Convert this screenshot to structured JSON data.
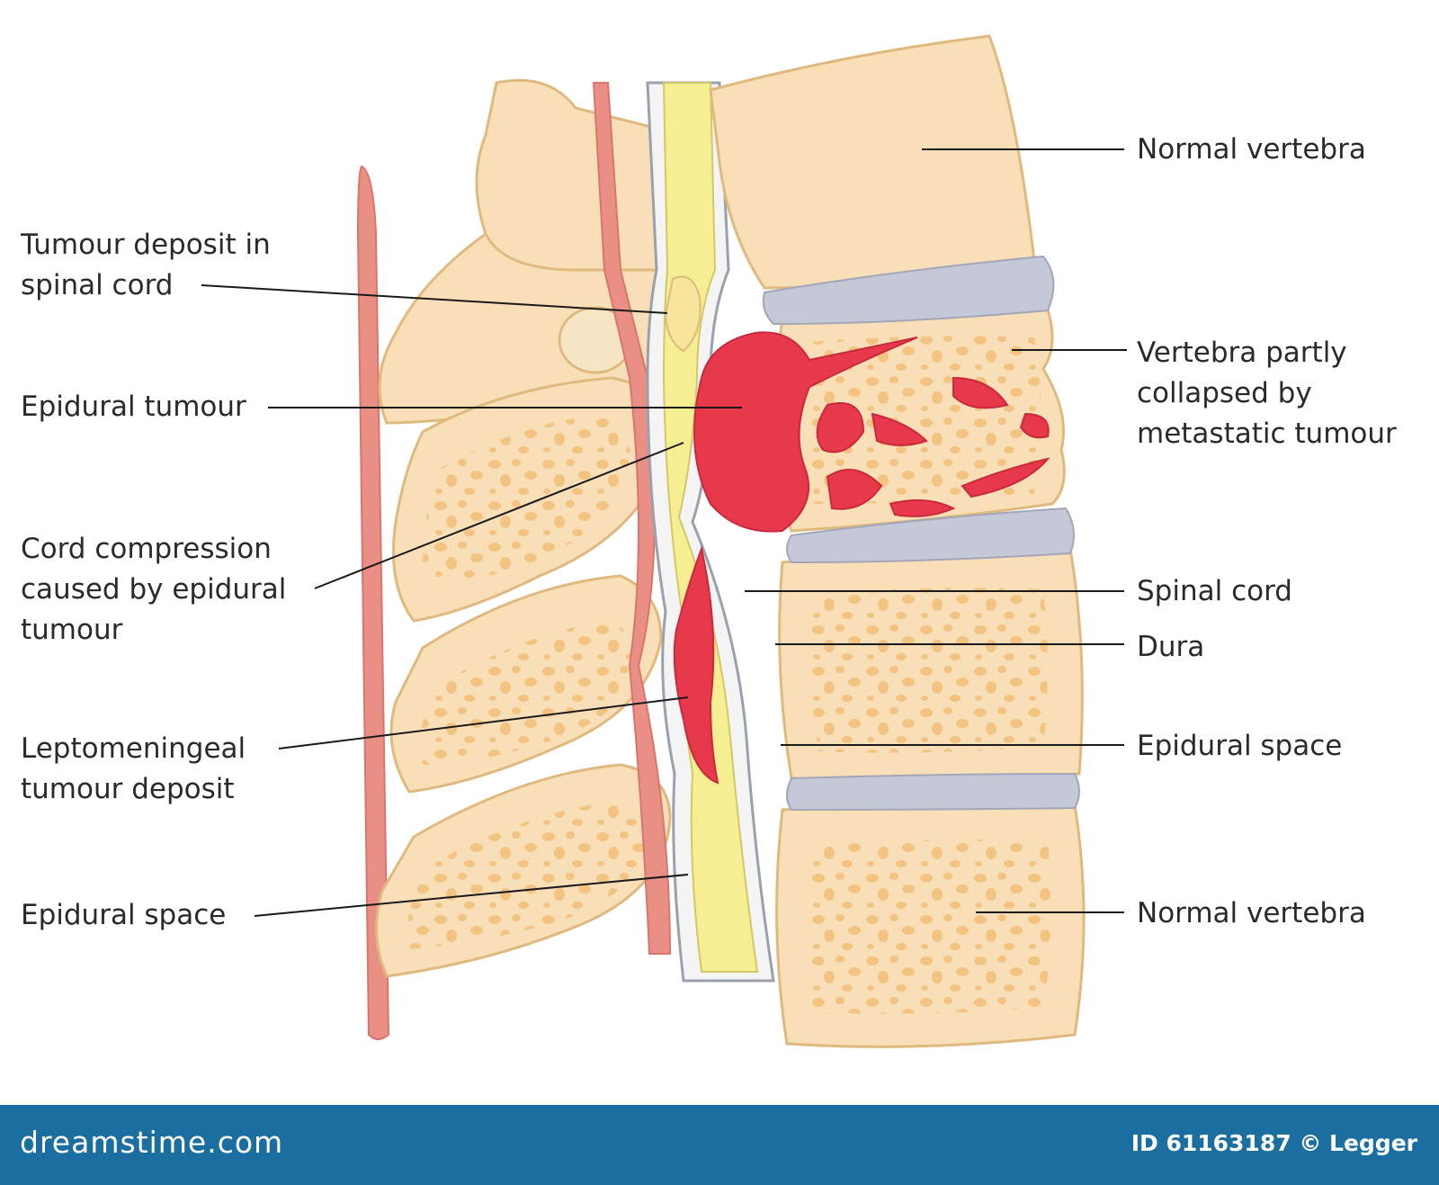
{
  "labels": {
    "tumour_deposit_in_cord": [
      "Tumour deposit in",
      "spinal cord"
    ],
    "epidural_tumour": [
      "Epidural tumour"
    ],
    "cord_compression": [
      "Cord compression",
      "caused by epidural",
      "tumour"
    ],
    "leptomeningeal": [
      "Leptomeningeal",
      "tumour deposit"
    ],
    "epidural_space_left": [
      "Epidural space"
    ],
    "normal_vertebra_top": [
      "Normal vertebra"
    ],
    "vertebra_partly_collapsed": [
      "Vertebra partly",
      "collapsed by",
      "metastatic tumour"
    ],
    "spinal_cord": [
      "Spinal cord"
    ],
    "dura": [
      "Dura"
    ],
    "epidural_space_right": [
      "Epidural space"
    ],
    "normal_vertebra_bottom": [
      "Normal vertebra"
    ]
  },
  "footer": {
    "brand": "dreamstime.com",
    "credit": "ID 61163187 © Legger"
  },
  "colors": {
    "bone": "#f8dfb8",
    "bone_outline": "#e0b97e",
    "tumour": "#e8384c",
    "cord": "#f6ee92",
    "disc": "#c5c8d6",
    "ligament": "#e8908a",
    "footer": "#1a6fa0"
  }
}
